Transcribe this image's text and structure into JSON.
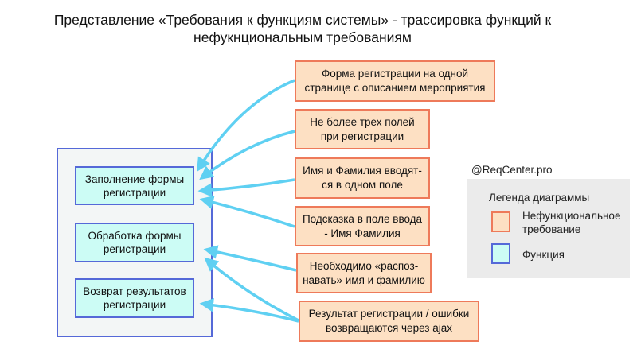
{
  "title": {
    "line1": "Представление «Требования к функциям системы» - трассировка функций к",
    "line2": "нефукнциональным требованиям"
  },
  "functions": [
    {
      "id": "fill",
      "lines": [
        "Заполнение формы",
        "регистрации"
      ]
    },
    {
      "id": "process",
      "lines": [
        "Обработка формы",
        "регистрации"
      ]
    },
    {
      "id": "return",
      "lines": [
        "Возврат результатов",
        "регистрации"
      ]
    }
  ],
  "requirements": [
    {
      "id": "single-page",
      "lines": [
        "Форма регистрации на одной",
        "странице с описанием мероприятия"
      ],
      "traces_to": "fill"
    },
    {
      "id": "three-fields",
      "lines": [
        "Не более трех полей",
        "при регистрации"
      ],
      "traces_to": "fill"
    },
    {
      "id": "name-one-field",
      "lines": [
        "Имя и Фамилия вводят-",
        "ся в одном поле"
      ],
      "traces_to": "fill"
    },
    {
      "id": "hint",
      "lines": [
        "Подсказка в поле ввода",
        "- Имя Фамилия"
      ],
      "traces_to": "fill"
    },
    {
      "id": "recognize",
      "lines": [
        "Необходимо «распоз-",
        "навать» имя и фамилию"
      ],
      "traces_to": "process"
    },
    {
      "id": "ajax",
      "lines": [
        "Результат регистрации / ошибки",
        "возвращаются через ajax"
      ],
      "traces_to": [
        "process",
        "return"
      ]
    }
  ],
  "credit": "@ReqCenter.pro",
  "legend": {
    "title": "Легенда диаграммы",
    "nfr_label_lines": [
      "Нефункциональное",
      "требование"
    ],
    "func_label": "Функция"
  },
  "colors": {
    "arrow": "#5fd0f2",
    "function_border": "#5569d8",
    "function_fill": "#ccfcf5",
    "requirement_border": "#ee7a5a",
    "requirement_fill": "#fde0c3"
  }
}
